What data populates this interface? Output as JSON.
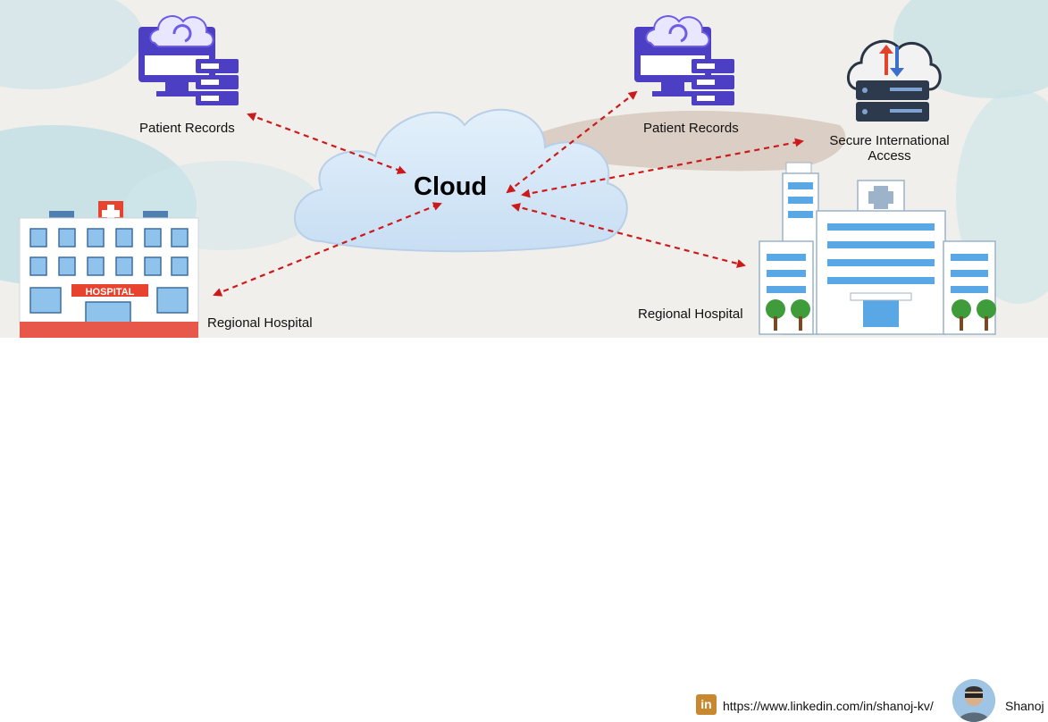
{
  "diagram": {
    "center": "Cloud",
    "nodes": {
      "patient_records_left": "Patient Records",
      "patient_records_right": "Patient Records",
      "secure_access": "Secure International Access",
      "regional_hospital_left": "Regional Hospital",
      "regional_hospital_right": "Regional Hospital",
      "hospital_sign": "HOSPITAL"
    },
    "connections": [
      {
        "from": "Cloud",
        "to": "Patient Records (left)",
        "style": "dashed bidirectional"
      },
      {
        "from": "Cloud",
        "to": "Regional Hospital (left)",
        "style": "dashed bidirectional"
      },
      {
        "from": "Cloud",
        "to": "Patient Records (right)",
        "style": "dashed bidirectional"
      },
      {
        "from": "Cloud",
        "to": "Secure International Access",
        "style": "dashed bidirectional"
      },
      {
        "from": "Cloud",
        "to": "Regional Hospital (right)",
        "style": "dashed bidirectional"
      }
    ],
    "arrow_color": "#cc1a1a"
  },
  "footer": {
    "linkedin_icon_text": "in",
    "url": "https://www.linkedin.com/in/shanoj-kv/",
    "author": "Shanoj"
  }
}
